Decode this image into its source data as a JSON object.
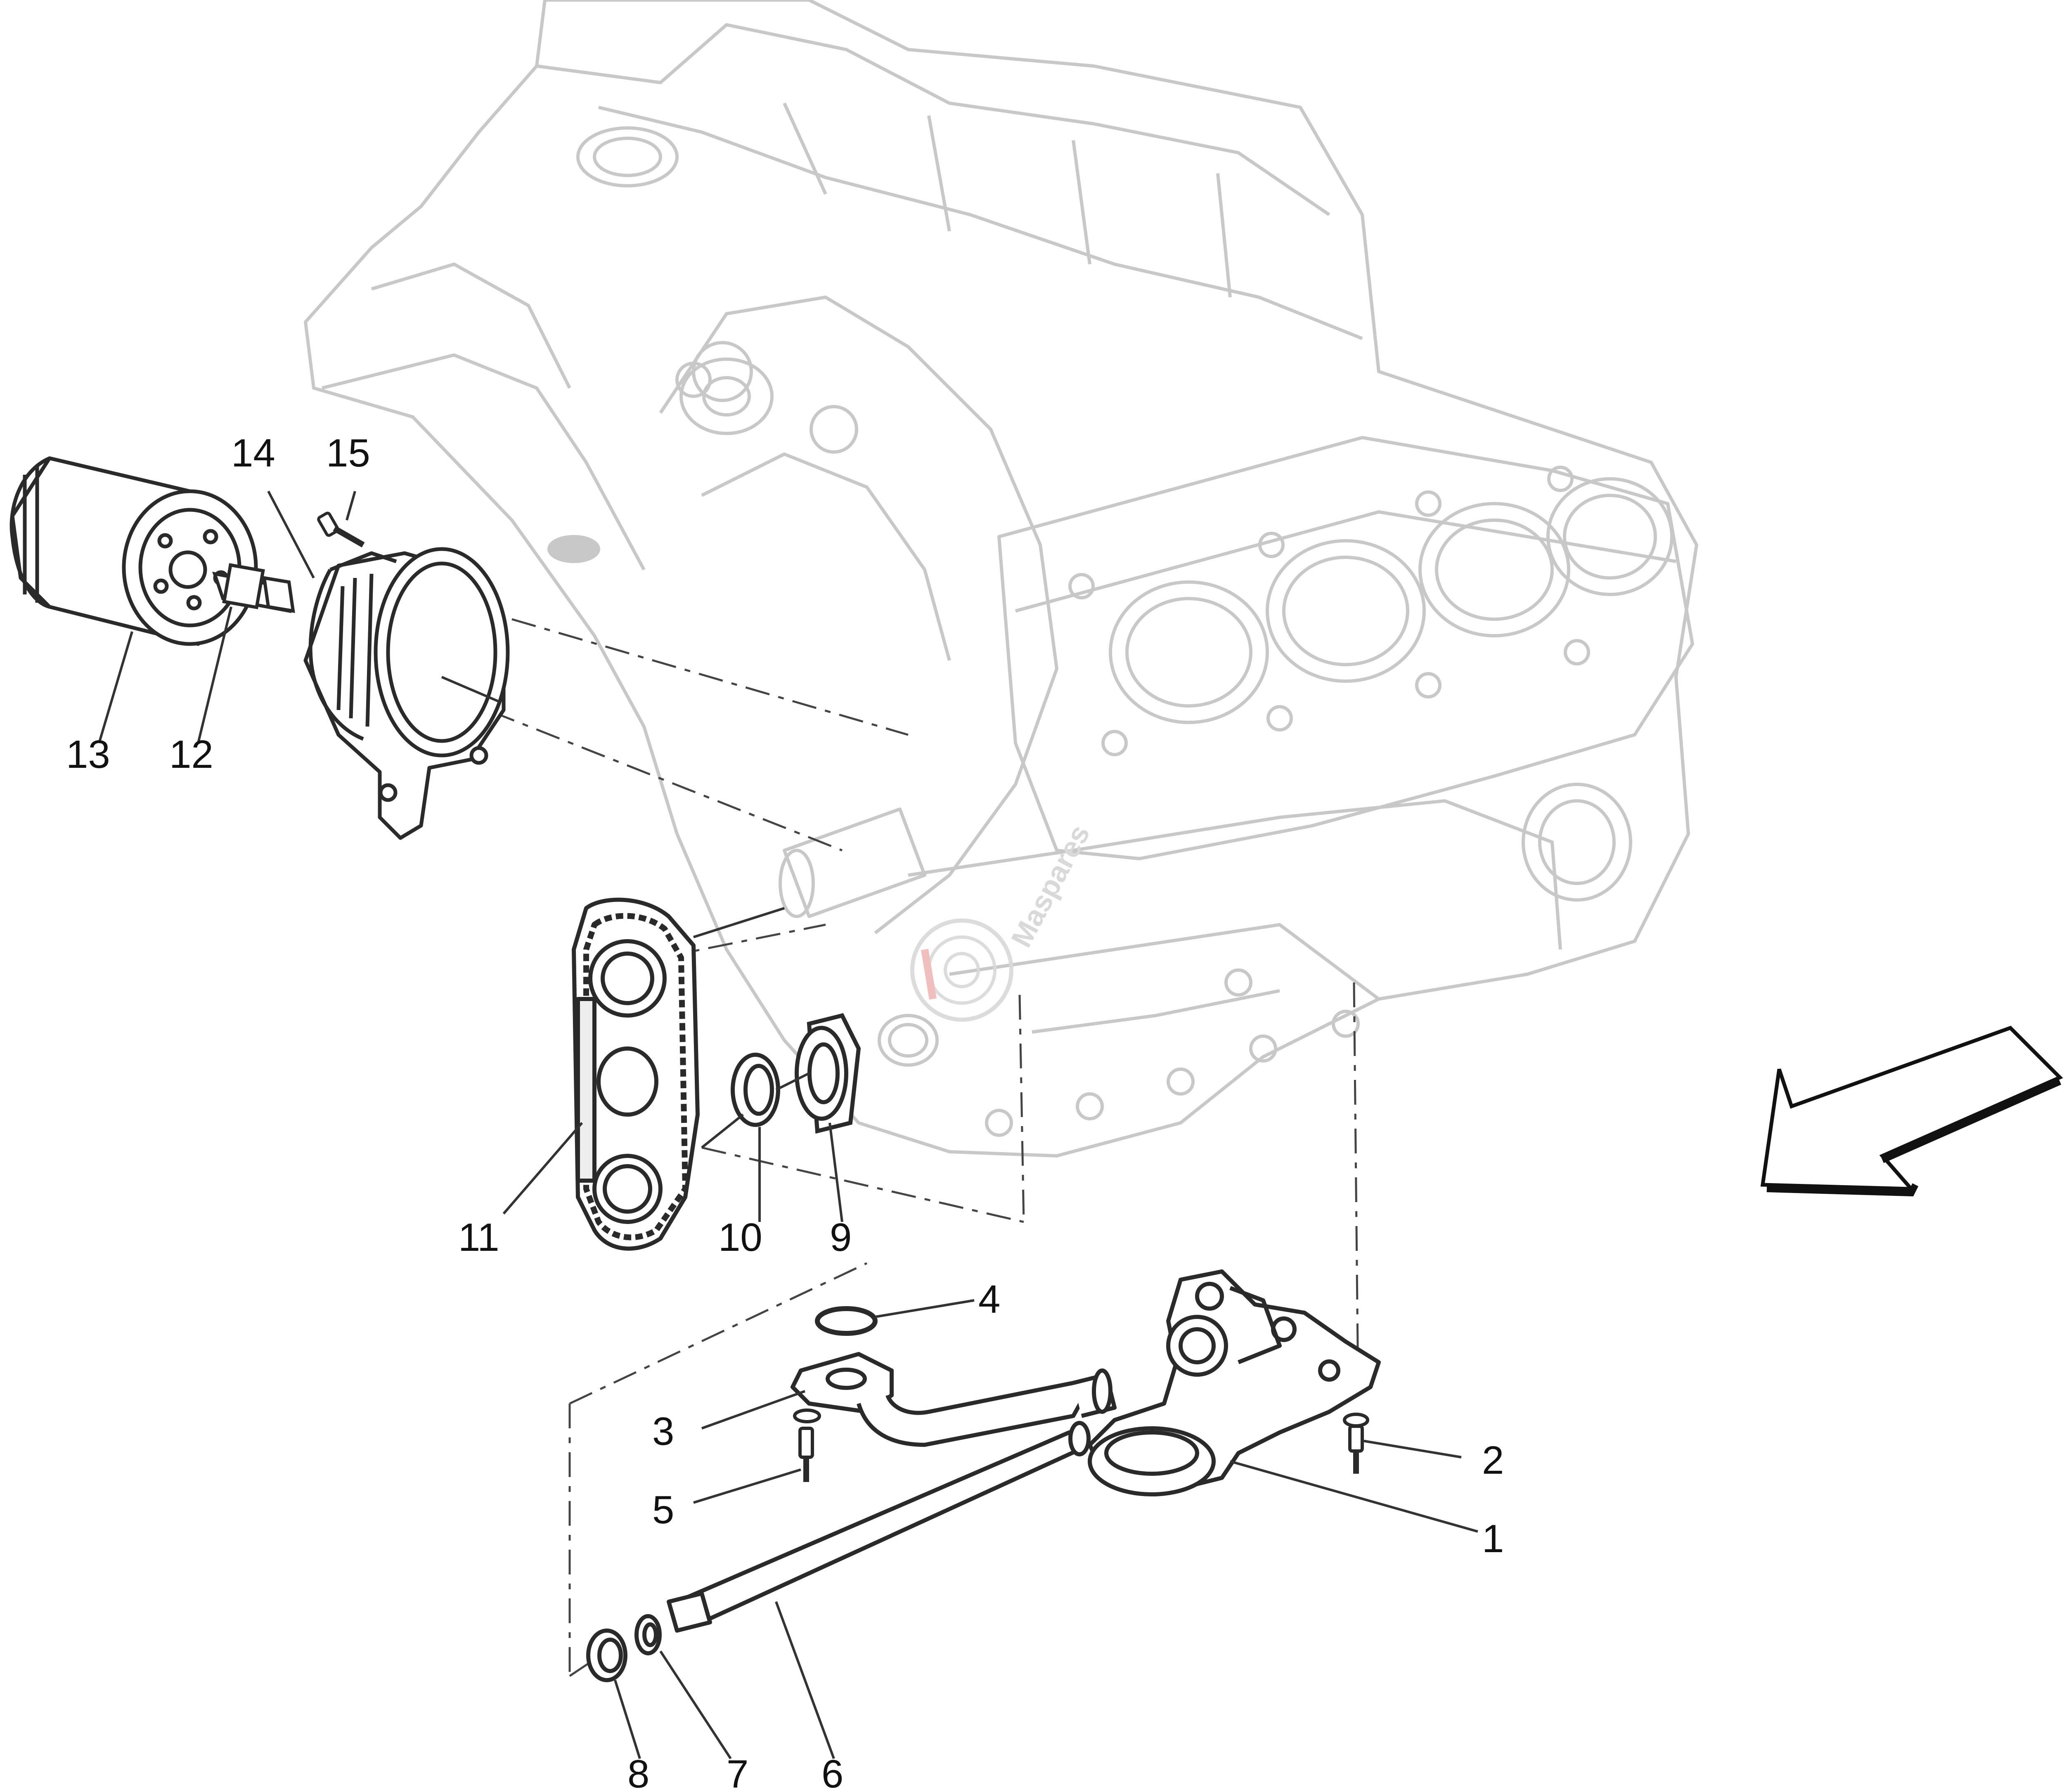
{
  "callouts": {
    "c1": "1",
    "c2": "2",
    "c3": "3",
    "c4": "4",
    "c5": "5",
    "c6": "6",
    "c7": "7",
    "c8": "8",
    "c9": "9",
    "c10": "10",
    "c11": "11",
    "c12": "12",
    "c13": "13",
    "c14": "14",
    "c15": "15"
  },
  "watermark": {
    "text": "Maspares"
  },
  "icons": {
    "direction": "front-direction-arrow-icon",
    "watermark": "maspares-watermark-logo-icon"
  },
  "colors": {
    "engine_outline": "#c8c8c8",
    "part_outline": "#2a2a2a",
    "leader": "#333333",
    "watermark": "#d9d9d9",
    "watermark_accent": "#f0b8b8"
  }
}
